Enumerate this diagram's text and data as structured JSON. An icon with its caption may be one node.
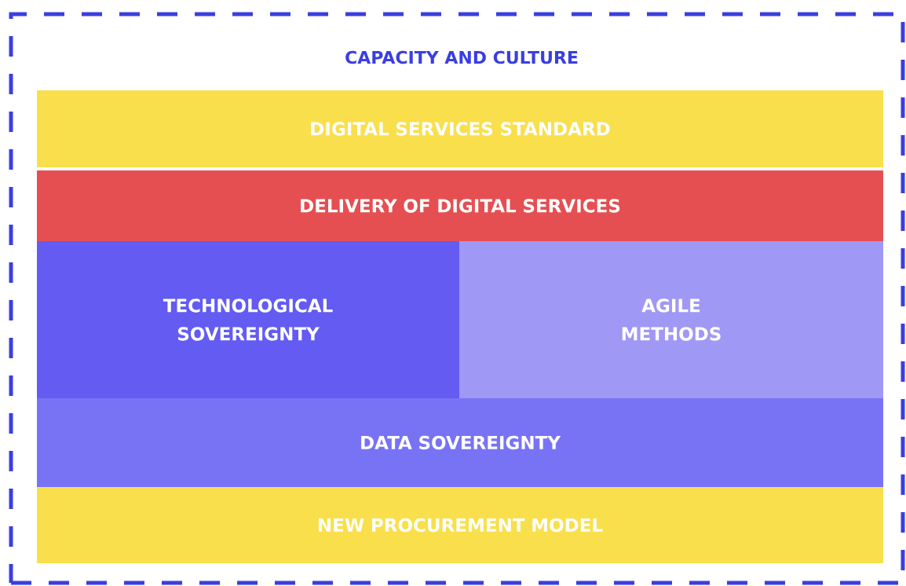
{
  "diagram": {
    "nodes": [
      {
        "text": [
          "CAPACITY AND CULTURE"
        ]
      },
      {
        "text": [
          "DIGITAL SERVICES STANDARD"
        ],
        "in": 0
      },
      {
        "text": [
          "DELIVERY OF DIGITAL SERVICES"
        ],
        "in": 0
      },
      {
        "text": [
          "TECHNOLOGICAL SOVEREIGNTY"
        ],
        "in": 0
      },
      {
        "text": [
          "AGILE METHODS"
        ],
        "in": 0
      },
      {
        "text": [
          "DATA SOVEREIGNTY"
        ],
        "in": 0
      },
      {
        "text": [
          "NEW PROCUREMENT MODEL"
        ],
        "in": 0
      }
    ]
  }
}
